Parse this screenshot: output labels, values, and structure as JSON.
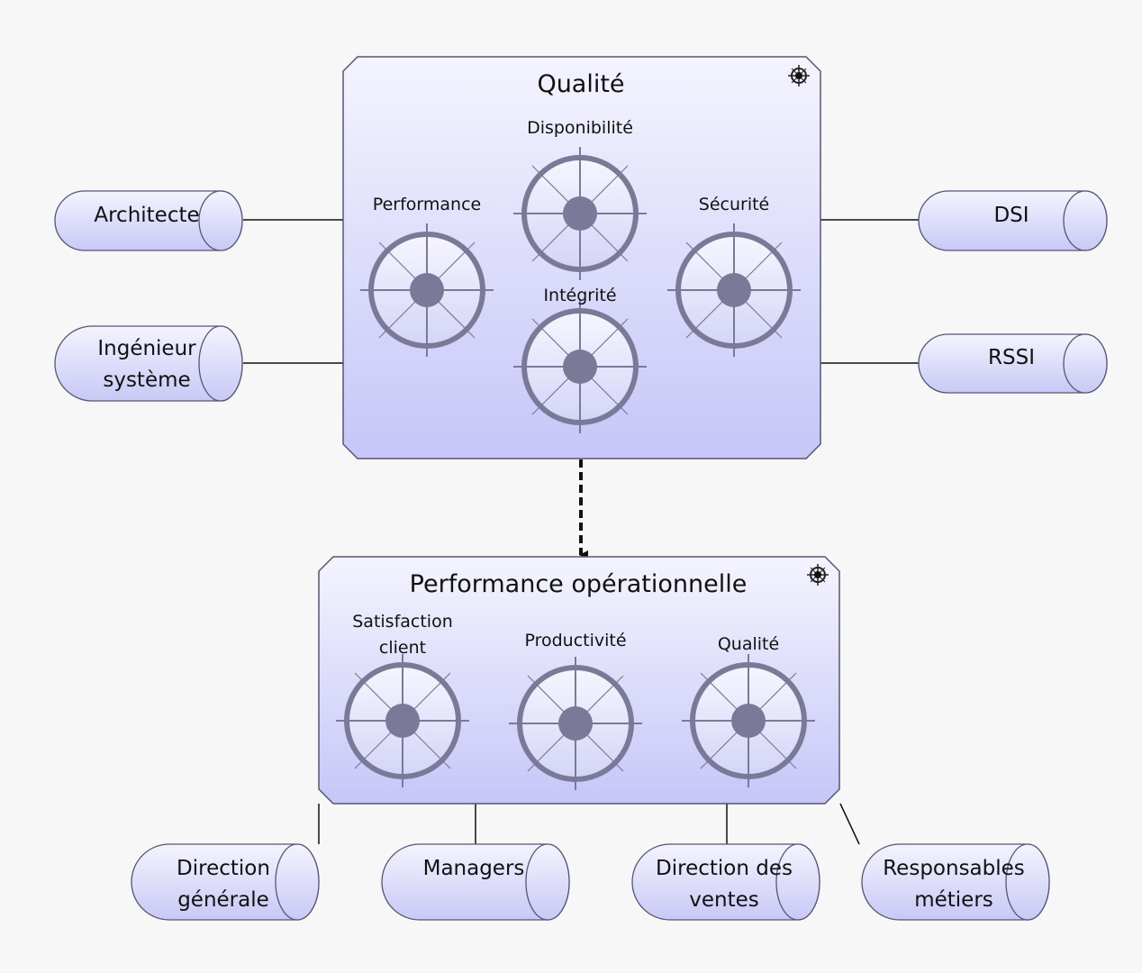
{
  "diagram": {
    "colors": {
      "background": "#f7f7f7",
      "box_top": "#f2f2fe",
      "box_bottom": "#c8c8fa",
      "box_stroke": "#555577",
      "wheel": "#7a7a98",
      "connector": "#111111"
    },
    "goals": [
      {
        "id": "qualite",
        "title": "Qualité",
        "icon": "helm-wheel-icon",
        "drivers": [
          {
            "label": "Disponibilité",
            "icon": "helm-wheel-icon"
          },
          {
            "label": "Performance",
            "icon": "helm-wheel-icon"
          },
          {
            "label": "Sécurité",
            "icon": "helm-wheel-icon"
          },
          {
            "label": "Intégrité",
            "icon": "helm-wheel-icon"
          }
        ]
      },
      {
        "id": "performance-operationnelle",
        "title": "Performance opérationnelle",
        "icon": "helm-wheel-icon",
        "drivers": [
          {
            "label_line1": "Satisfaction",
            "label_line2": "client",
            "icon": "helm-wheel-icon"
          },
          {
            "label": "Productivité",
            "icon": "helm-wheel-icon"
          },
          {
            "label": "Qualité",
            "icon": "helm-wheel-icon"
          }
        ]
      }
    ],
    "stakeholders": [
      {
        "line1": "Architecte",
        "line2": ""
      },
      {
        "line1": "Ingénieur",
        "line2": "système"
      },
      {
        "line1": "DSI",
        "line2": ""
      },
      {
        "line1": "RSSI",
        "line2": ""
      },
      {
        "line1": "Direction",
        "line2": "générale"
      },
      {
        "line1": "Managers",
        "line2": ""
      },
      {
        "line1": "Direction des",
        "line2": "ventes"
      },
      {
        "line1": "Responsables",
        "line2": "métiers"
      }
    ],
    "relations": [
      {
        "from": "Qualité",
        "to": "Performance opérationnelle",
        "style": "dashed-arrow"
      }
    ]
  }
}
